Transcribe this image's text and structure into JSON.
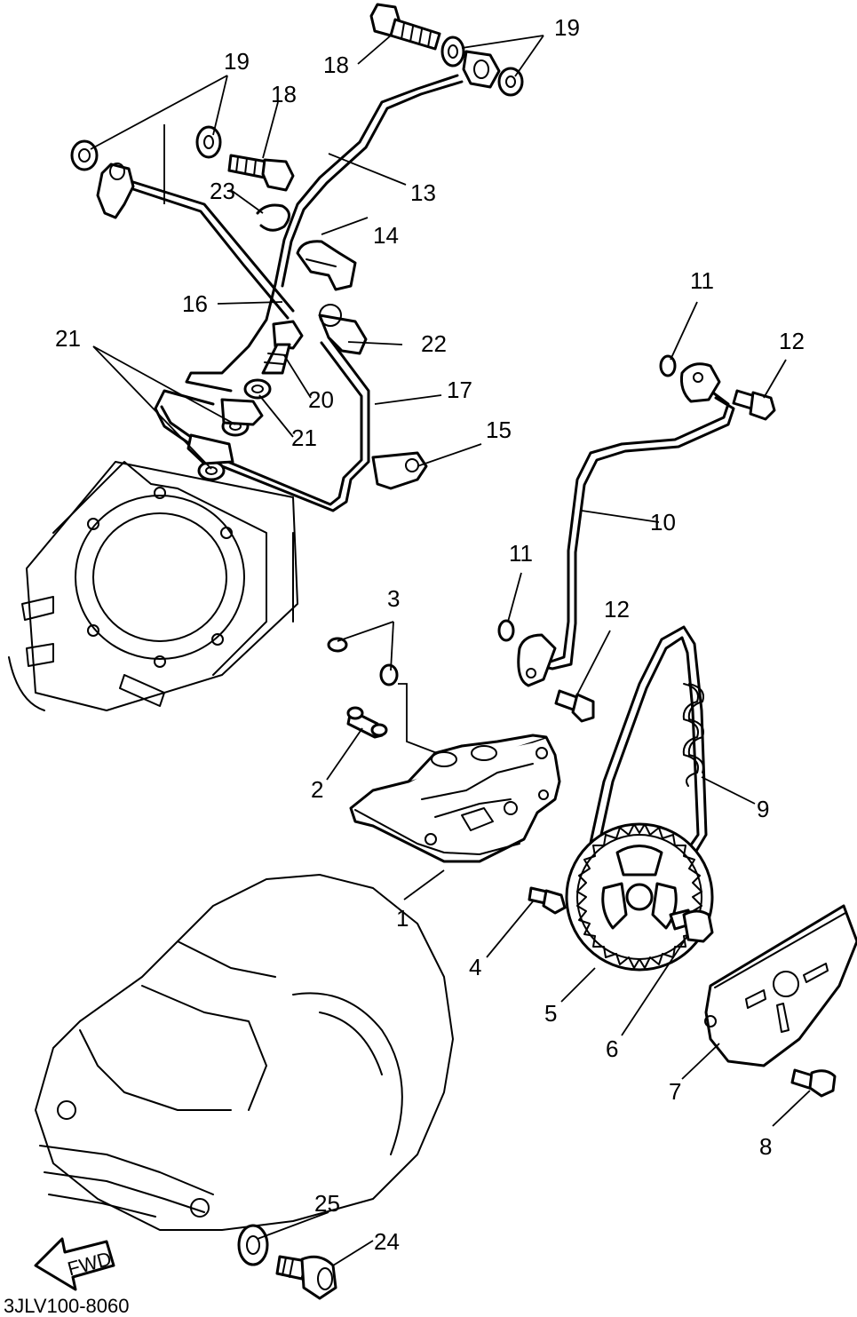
{
  "diagram": {
    "drawing_code": "3JLV100-8060",
    "fwd_label": "FWD",
    "callouts": [
      {
        "id": "c1",
        "text": "1"
      },
      {
        "id": "c2",
        "text": "2"
      },
      {
        "id": "c3",
        "text": "3"
      },
      {
        "id": "c4",
        "text": "4"
      },
      {
        "id": "c5",
        "text": "5"
      },
      {
        "id": "c6",
        "text": "6"
      },
      {
        "id": "c7",
        "text": "7"
      },
      {
        "id": "c8",
        "text": "8"
      },
      {
        "id": "c9",
        "text": "9"
      },
      {
        "id": "c10",
        "text": "10"
      },
      {
        "id": "c11a",
        "text": "11"
      },
      {
        "id": "c11b",
        "text": "11"
      },
      {
        "id": "c12a",
        "text": "12"
      },
      {
        "id": "c12b",
        "text": "12"
      },
      {
        "id": "c13",
        "text": "13"
      },
      {
        "id": "c14",
        "text": "14"
      },
      {
        "id": "c15",
        "text": "15"
      },
      {
        "id": "c16",
        "text": "16"
      },
      {
        "id": "c17",
        "text": "17"
      },
      {
        "id": "c18a",
        "text": "18"
      },
      {
        "id": "c18b",
        "text": "18"
      },
      {
        "id": "c19a",
        "text": "19"
      },
      {
        "id": "c19b",
        "text": "19"
      },
      {
        "id": "c20",
        "text": "20"
      },
      {
        "id": "c21a",
        "text": "21"
      },
      {
        "id": "c21b",
        "text": "21"
      },
      {
        "id": "c22",
        "text": "22"
      },
      {
        "id": "c23",
        "text": "23"
      },
      {
        "id": "c24",
        "text": "24"
      },
      {
        "id": "c25",
        "text": "25"
      }
    ]
  }
}
